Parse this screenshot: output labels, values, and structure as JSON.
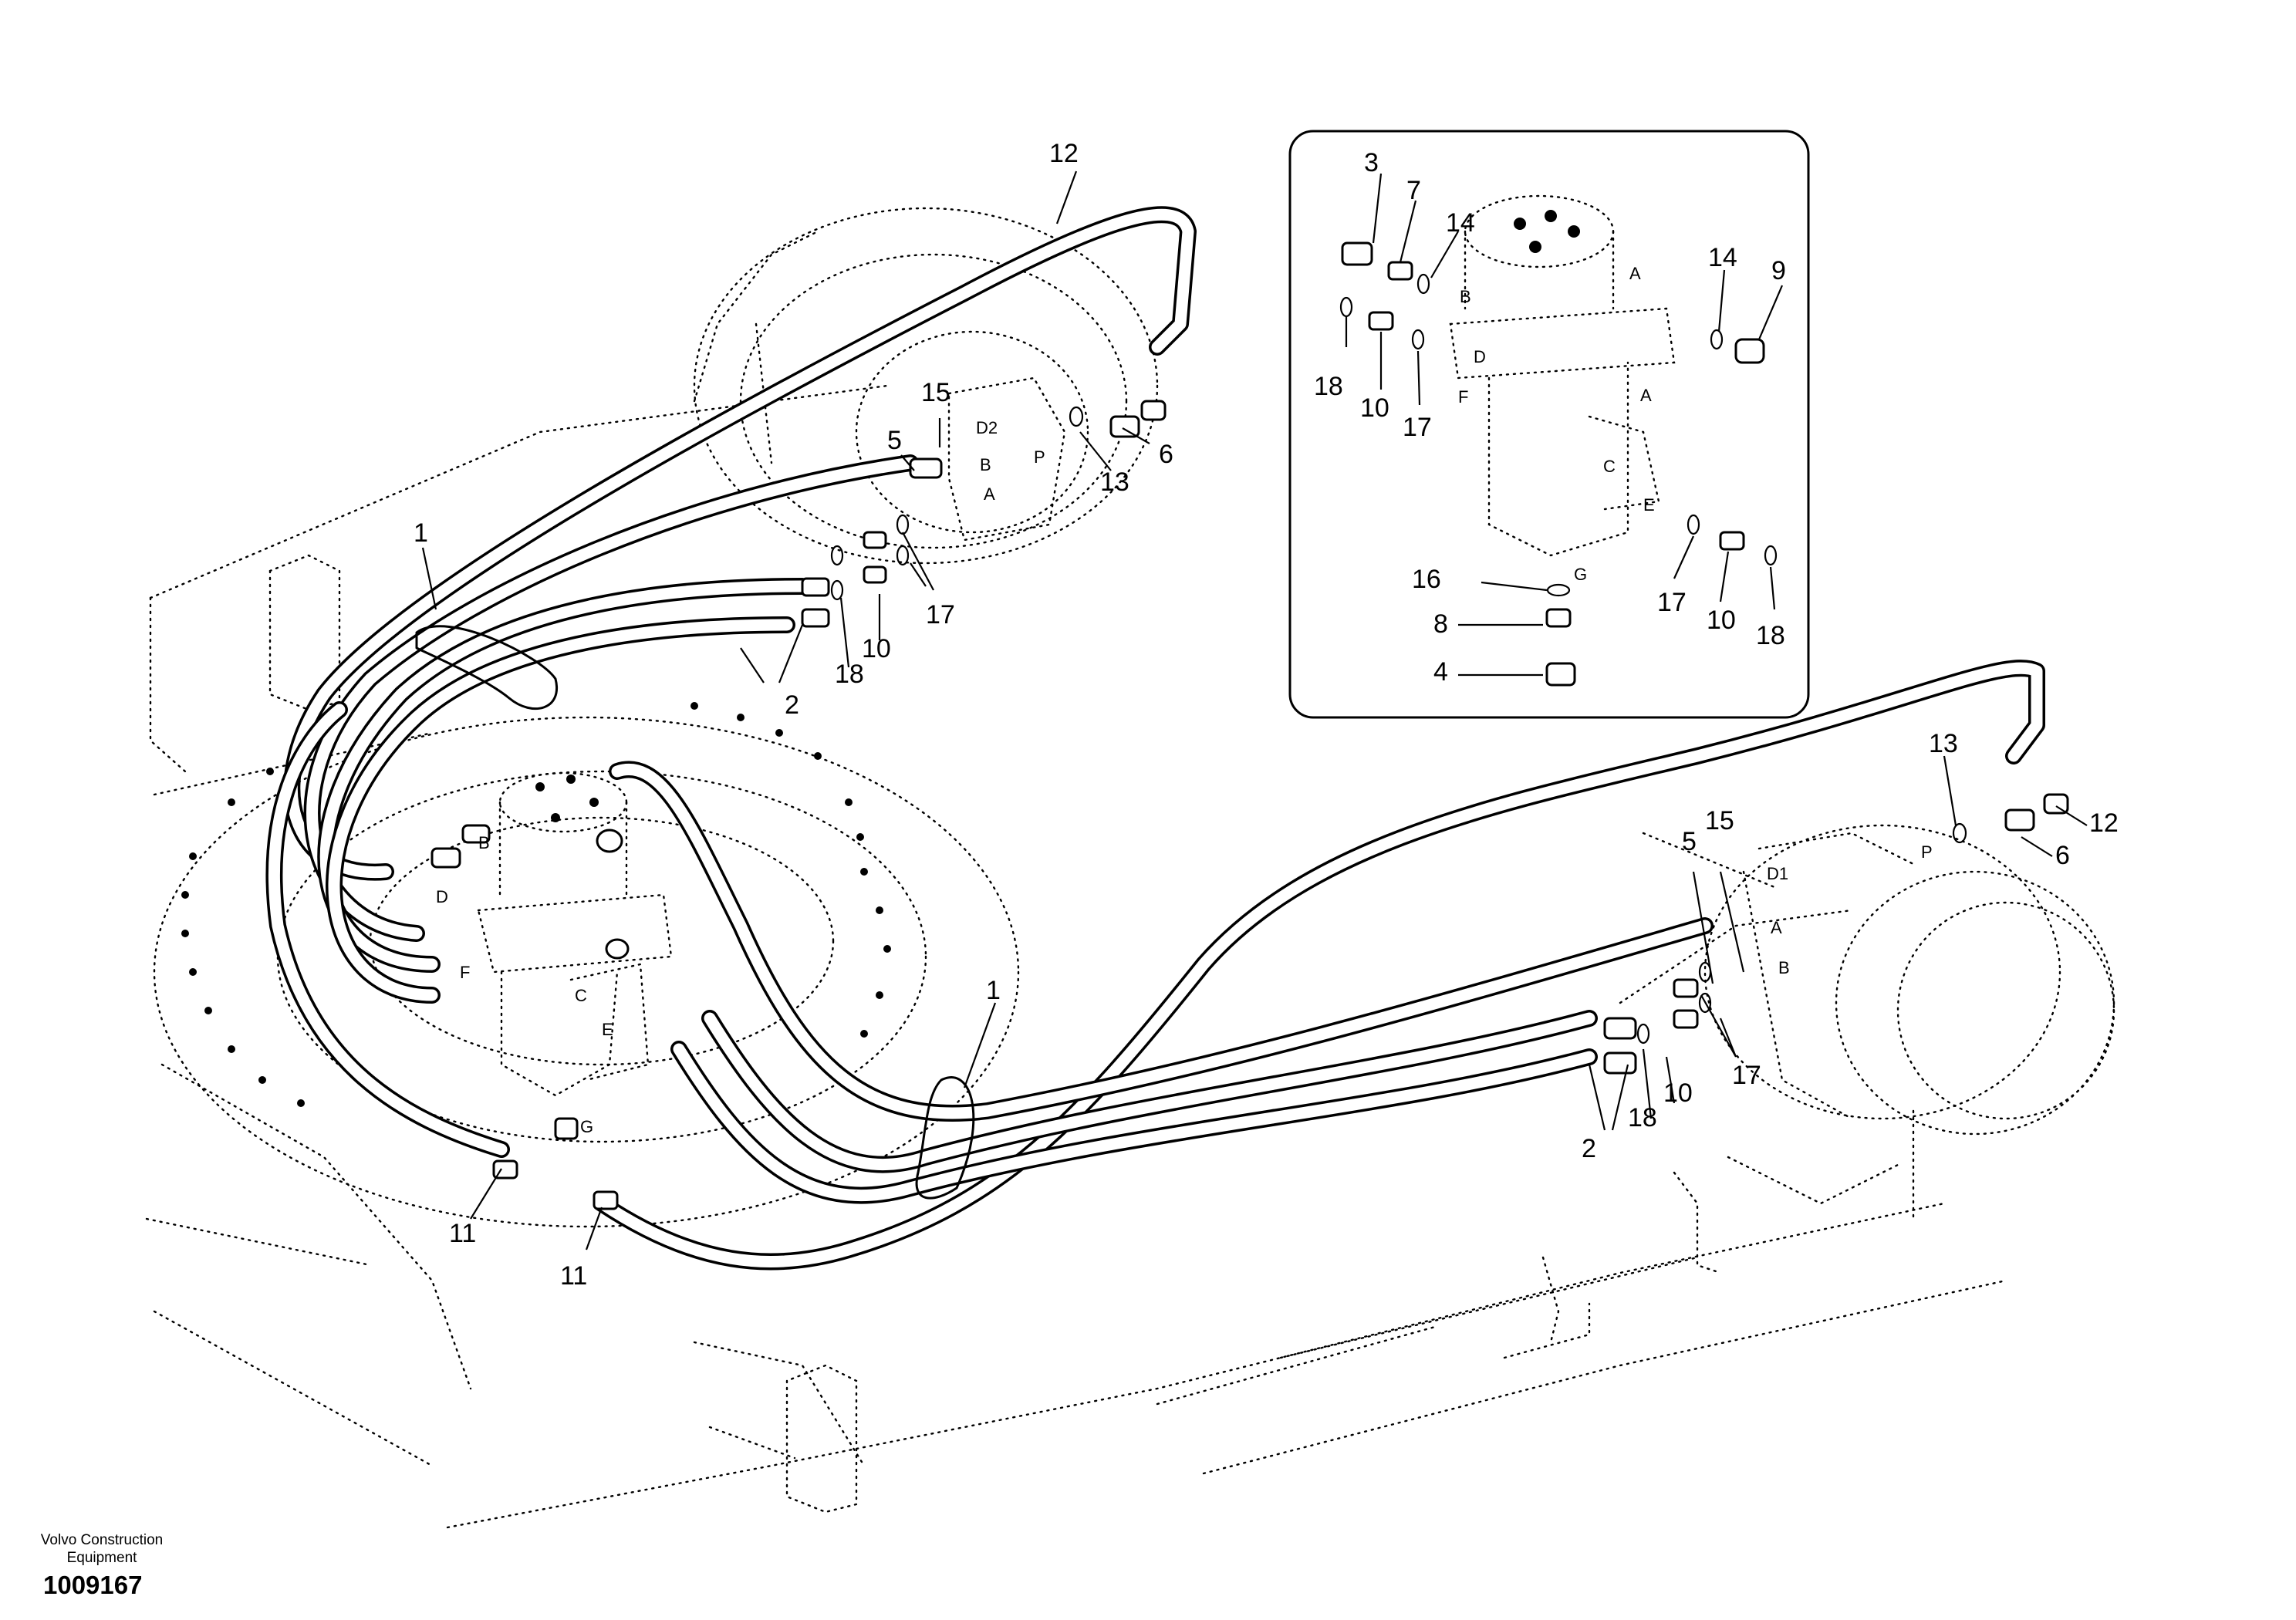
{
  "diagram": {
    "type": "exploded parts diagram - travel motor hoses and swivel joint",
    "callouts": [
      "1",
      "2",
      "3",
      "4",
      "5",
      "6",
      "7",
      "8",
      "9",
      "10",
      "11",
      "12",
      "13",
      "14",
      "15",
      "16",
      "17",
      "18"
    ],
    "port_letters": [
      "A",
      "B",
      "C",
      "D",
      "D1",
      "D2",
      "E",
      "F",
      "G",
      "P"
    ]
  },
  "footer": {
    "brand_line1": "Volvo Construction",
    "brand_line2": "Equipment",
    "doc_number": "1009167"
  }
}
